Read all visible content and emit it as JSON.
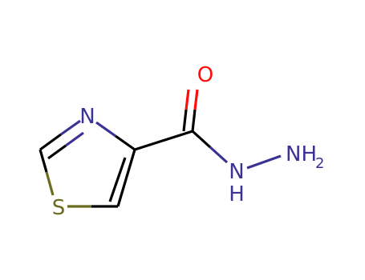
{
  "molecule": {
    "atoms": {
      "O": "O",
      "N_ring": "N",
      "S_ring": "S",
      "N_amide": "N",
      "H_amide": "H",
      "NH2_main": "NH",
      "NH2_sub": "2"
    }
  },
  "colors": {
    "carbon_bond": "#000000",
    "nitrogen": "#3a3393",
    "oxygen": "#ff0d0d",
    "sulfur": "#6b6b1e"
  }
}
